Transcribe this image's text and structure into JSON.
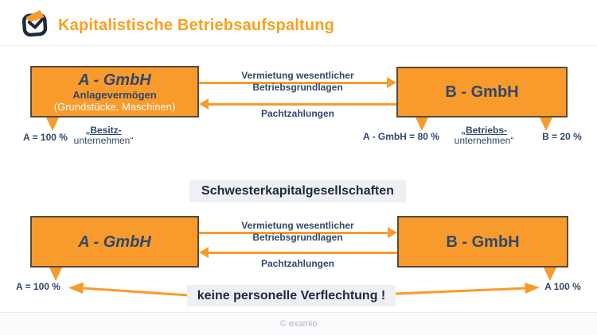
{
  "header": {
    "title": "Kapitalistische Betriebsaufspaltung"
  },
  "colors": {
    "accent_orange": "#F89B2C",
    "title_orange": "#F9A01D",
    "text_navy": "#31486B",
    "box_border": "#564A3B",
    "band_background": "#EEF0F4",
    "footer_gray": "#AEB4C2"
  },
  "top_diagram": {
    "box_a": {
      "title": "A - GmbH",
      "line2": "Anlagevermögen",
      "line3": "(Grundstücke, Maschinen)"
    },
    "box_b": {
      "title": "B - GmbH"
    },
    "arrow_right_label_line1": "Vermietung wesentlicher",
    "arrow_right_label_line2": "Betriebsgrundlagen",
    "arrow_left_label": "Pachtzahlungen",
    "share_a": "A = 100 %",
    "besitz_line1": "„Besitz-",
    "besitz_line2": "unternehmen“",
    "share_a_in_b": "A - GmbH = 80 %",
    "betriebs_line1": "„Betriebs-",
    "betriebs_line2": "unternehmen“",
    "share_b": "B = 20 %"
  },
  "middle": {
    "band_label": "Schwesterkapitalgesellschaften"
  },
  "bottom_diagram": {
    "box_a": {
      "title": "A - GmbH"
    },
    "box_b": {
      "title": "B - GmbH"
    },
    "arrow_right_label_line1": "Vermietung wesentlicher",
    "arrow_right_label_line2": "Betriebsgrundlagen",
    "arrow_left_label": "Pachtzahlungen",
    "share_a": "A = 100 %",
    "band_label": "keine personelle Verflechtung !",
    "share_b": "A 100 %"
  },
  "footer": {
    "copyright": "© examio"
  }
}
